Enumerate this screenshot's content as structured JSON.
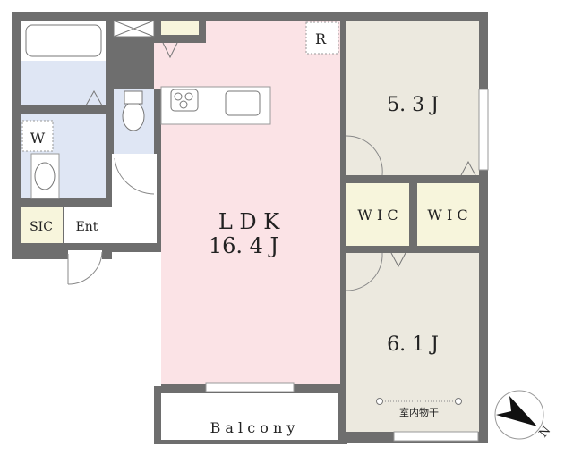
{
  "rooms": {
    "ldk_name": "L D K",
    "ldk_size": "16. 4 J",
    "bedroom1": "5. 3 J",
    "bedroom2": "6. 1 J",
    "wic1": "W I C",
    "wic2": "W I C",
    "sic": "SIC",
    "entrance": "Ent",
    "washer": "W",
    "fridge": "R",
    "balcony": "B a l c o n y",
    "drying_rack": "室内物干"
  },
  "compass": {
    "label": "N"
  },
  "colors": {
    "wall": "#6e6e6e",
    "ldk": "#fbe3e6",
    "wet": "#dfe6f4",
    "bedroom": "#ece9df",
    "storage": "#f7f5dc"
  }
}
